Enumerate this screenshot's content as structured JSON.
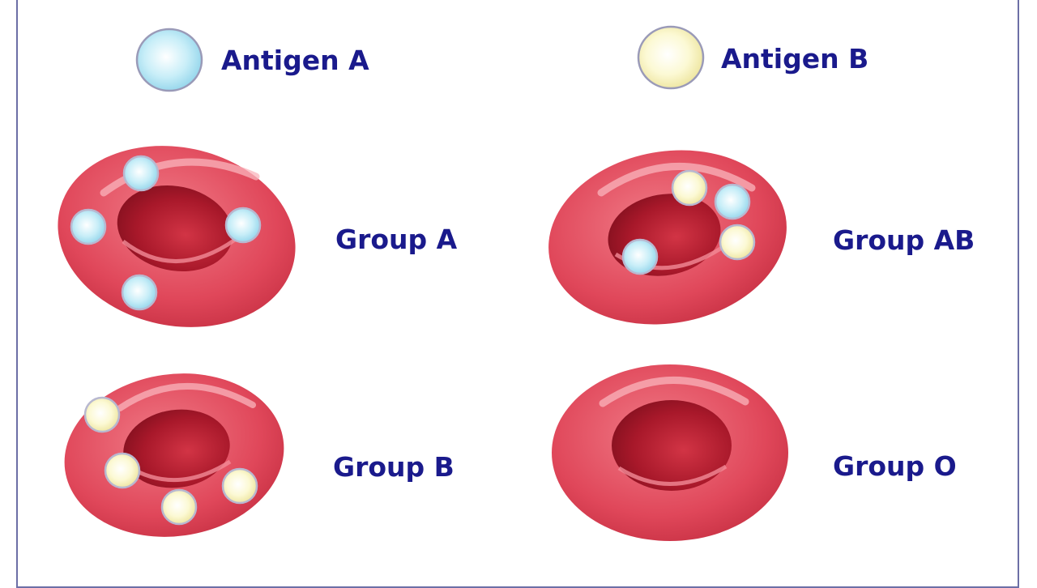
{
  "colors": {
    "text": "#1a1a8c",
    "frame": "#6c6fa6",
    "cell_fill": "#d93a4c",
    "antigen_a": "#bfeaf5",
    "antigen_b": "#fbf8cf"
  },
  "legend": {
    "antigen_a": {
      "label": "Antigen A",
      "icon": "antigen-a-circle-icon"
    },
    "antigen_b": {
      "label": "Antigen B",
      "icon": "antigen-b-circle-icon"
    }
  },
  "groups": [
    {
      "label": "Group A",
      "antigens": [
        "A",
        "A",
        "A",
        "A"
      ]
    },
    {
      "label": "Group AB",
      "antigens": [
        "B",
        "A",
        "B",
        "A"
      ]
    },
    {
      "label": "Group B",
      "antigens": [
        "B",
        "B",
        "B",
        "B"
      ]
    },
    {
      "label": "Group O",
      "antigens": []
    }
  ]
}
